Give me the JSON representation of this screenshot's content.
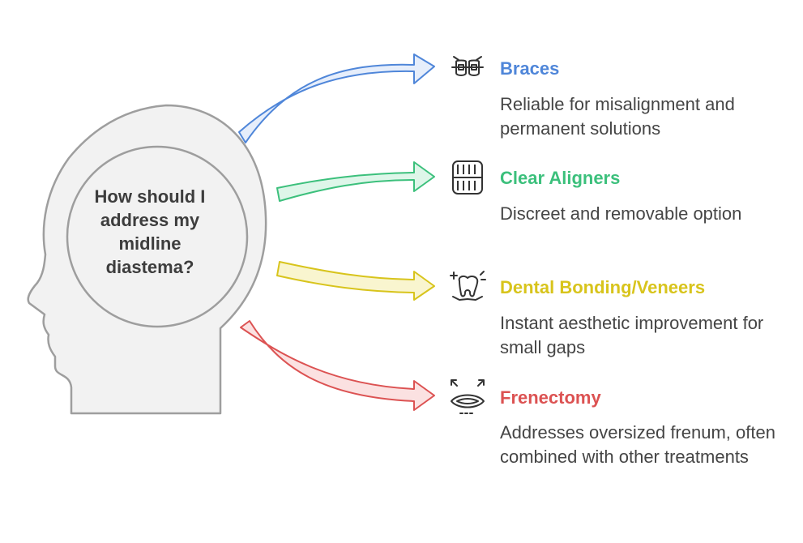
{
  "question": "How should I address my midline diastema?",
  "options": [
    {
      "title": "Braces",
      "description": "Reliable for misalignment and permanent solutions",
      "color": "#4f86d9",
      "fill": "#e6eefb",
      "icon": "braces-icon"
    },
    {
      "title": "Clear Aligners",
      "description": "Discreet and removable option",
      "color": "#3cc07c",
      "fill": "#def6e9",
      "icon": "aligners-icon"
    },
    {
      "title": "Dental Bonding/Veneers",
      "description": "Instant aesthetic improvement for small gaps",
      "color": "#d8c41c",
      "fill": "#f9f5cf",
      "icon": "sparkling-tooth-icon"
    },
    {
      "title": "Frenectomy",
      "description": "Addresses oversized frenum, often combined with other treatments",
      "color": "#dc5252",
      "fill": "#fbe1e1",
      "icon": "mouth-expand-icon"
    }
  ]
}
